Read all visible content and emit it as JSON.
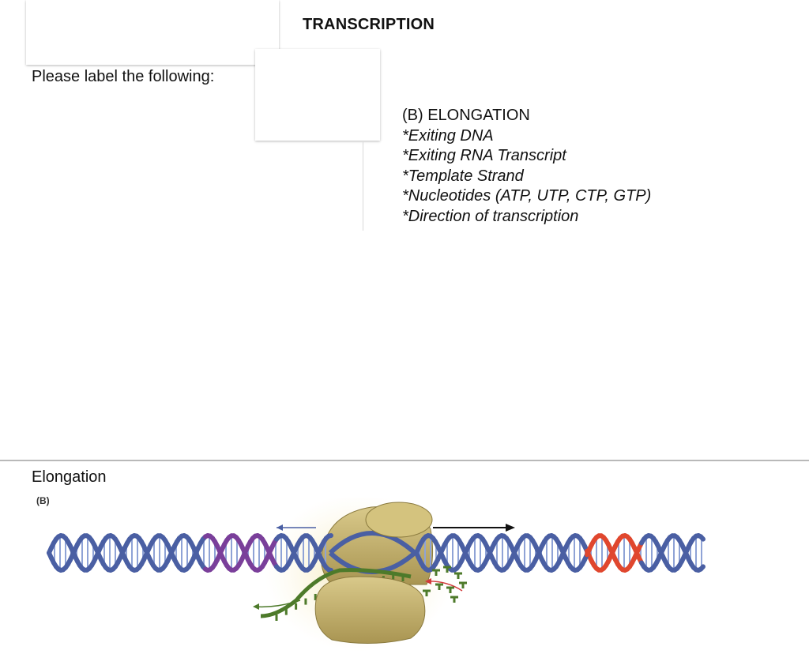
{
  "header": {
    "title": "TRANSCRIPTION"
  },
  "instruction": "Please label the following:",
  "labels": {
    "heading": "(B) ELONGATION",
    "items": [
      "*Exiting DNA",
      "*Exiting RNA Transcript",
      "*Template Strand",
      "*Nucleotides (ATP, UTP, CTP, GTP)",
      "*Direction of transcription"
    ]
  },
  "figure": {
    "title": "Elongation",
    "tag": "(B)",
    "colors": {
      "dna": "#4a5fa3",
      "dna_light": "#8fa3d6",
      "purple_segment": "#7a3f9a",
      "red_segment": "#e0472e",
      "rna": "#4d7a2a",
      "polymerase": "#c8b46a",
      "arrow_red": "#d13b3b"
    }
  }
}
